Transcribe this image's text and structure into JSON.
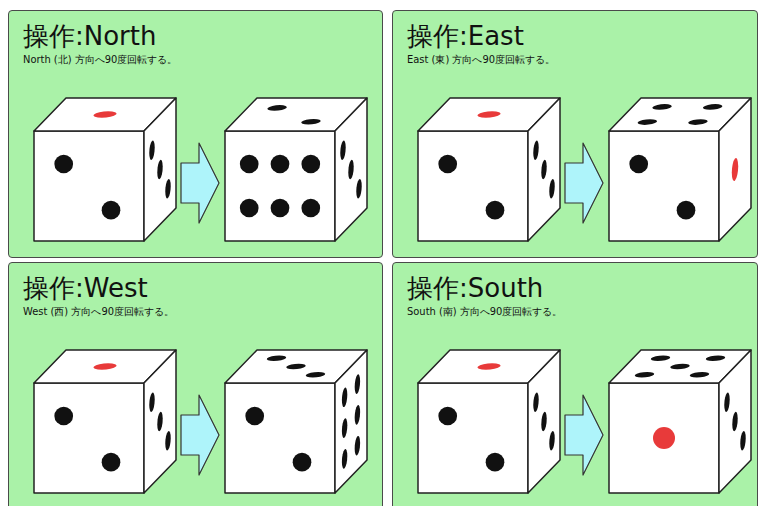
{
  "diagram": {
    "nodes": [
      {
        "text": [
          "操作:North",
          "North (北) 方向へ90度回転する。"
        ]
      },
      {
        "text": [
          "操作:East",
          "East (東) 方向へ90度回転する。"
        ]
      },
      {
        "text": [
          "操作:West",
          "West (西) 方向へ90度回転する。"
        ]
      },
      {
        "text": [
          "操作:South",
          "South (南) 方向へ90度回転する。"
        ]
      }
    ]
  }
}
